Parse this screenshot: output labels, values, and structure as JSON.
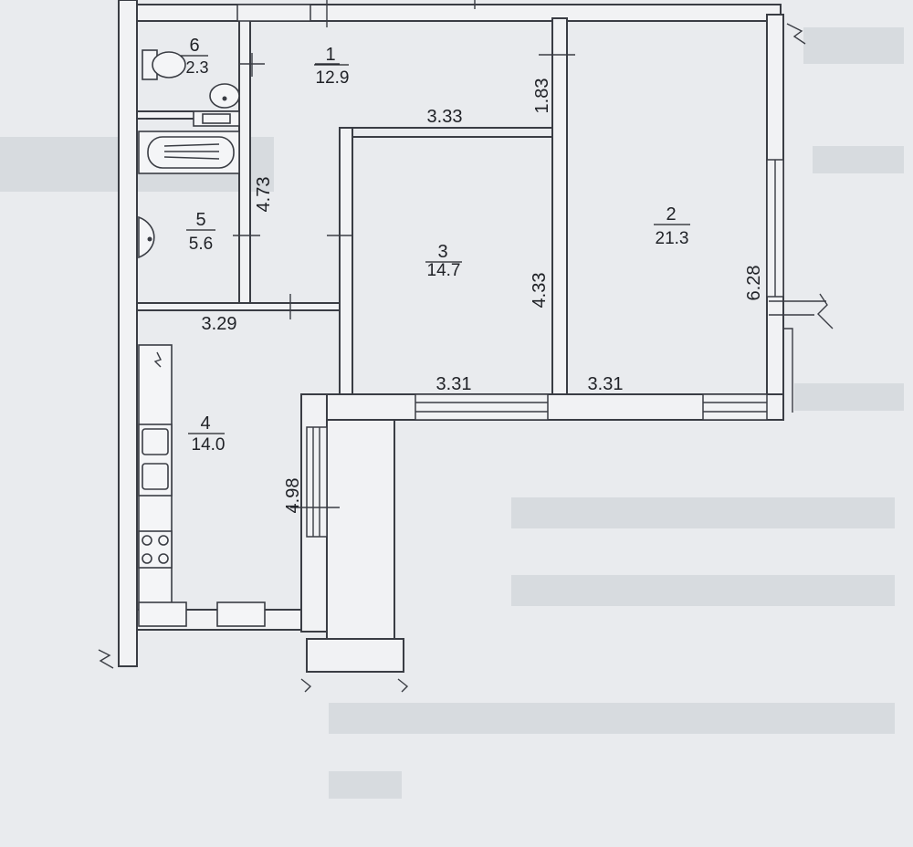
{
  "rooms": [
    {
      "number": "1",
      "area": "12.9"
    },
    {
      "number": "2",
      "area": "21.3"
    },
    {
      "number": "3",
      "area": "14.7"
    },
    {
      "number": "4",
      "area": "14.0"
    },
    {
      "number": "5",
      "area": "5.6"
    },
    {
      "number": "6",
      "area": "2.3"
    }
  ],
  "dimensions": {
    "corridor_width": "3.33",
    "closet_depth": "1.83",
    "corridor_length": "4.73",
    "kitchen_width": "3.29",
    "room3_depth": "4.33",
    "room3_width": "3.31",
    "room2_width": "3.31",
    "room2_depth": "6.28",
    "loggia_length": "4.98"
  }
}
